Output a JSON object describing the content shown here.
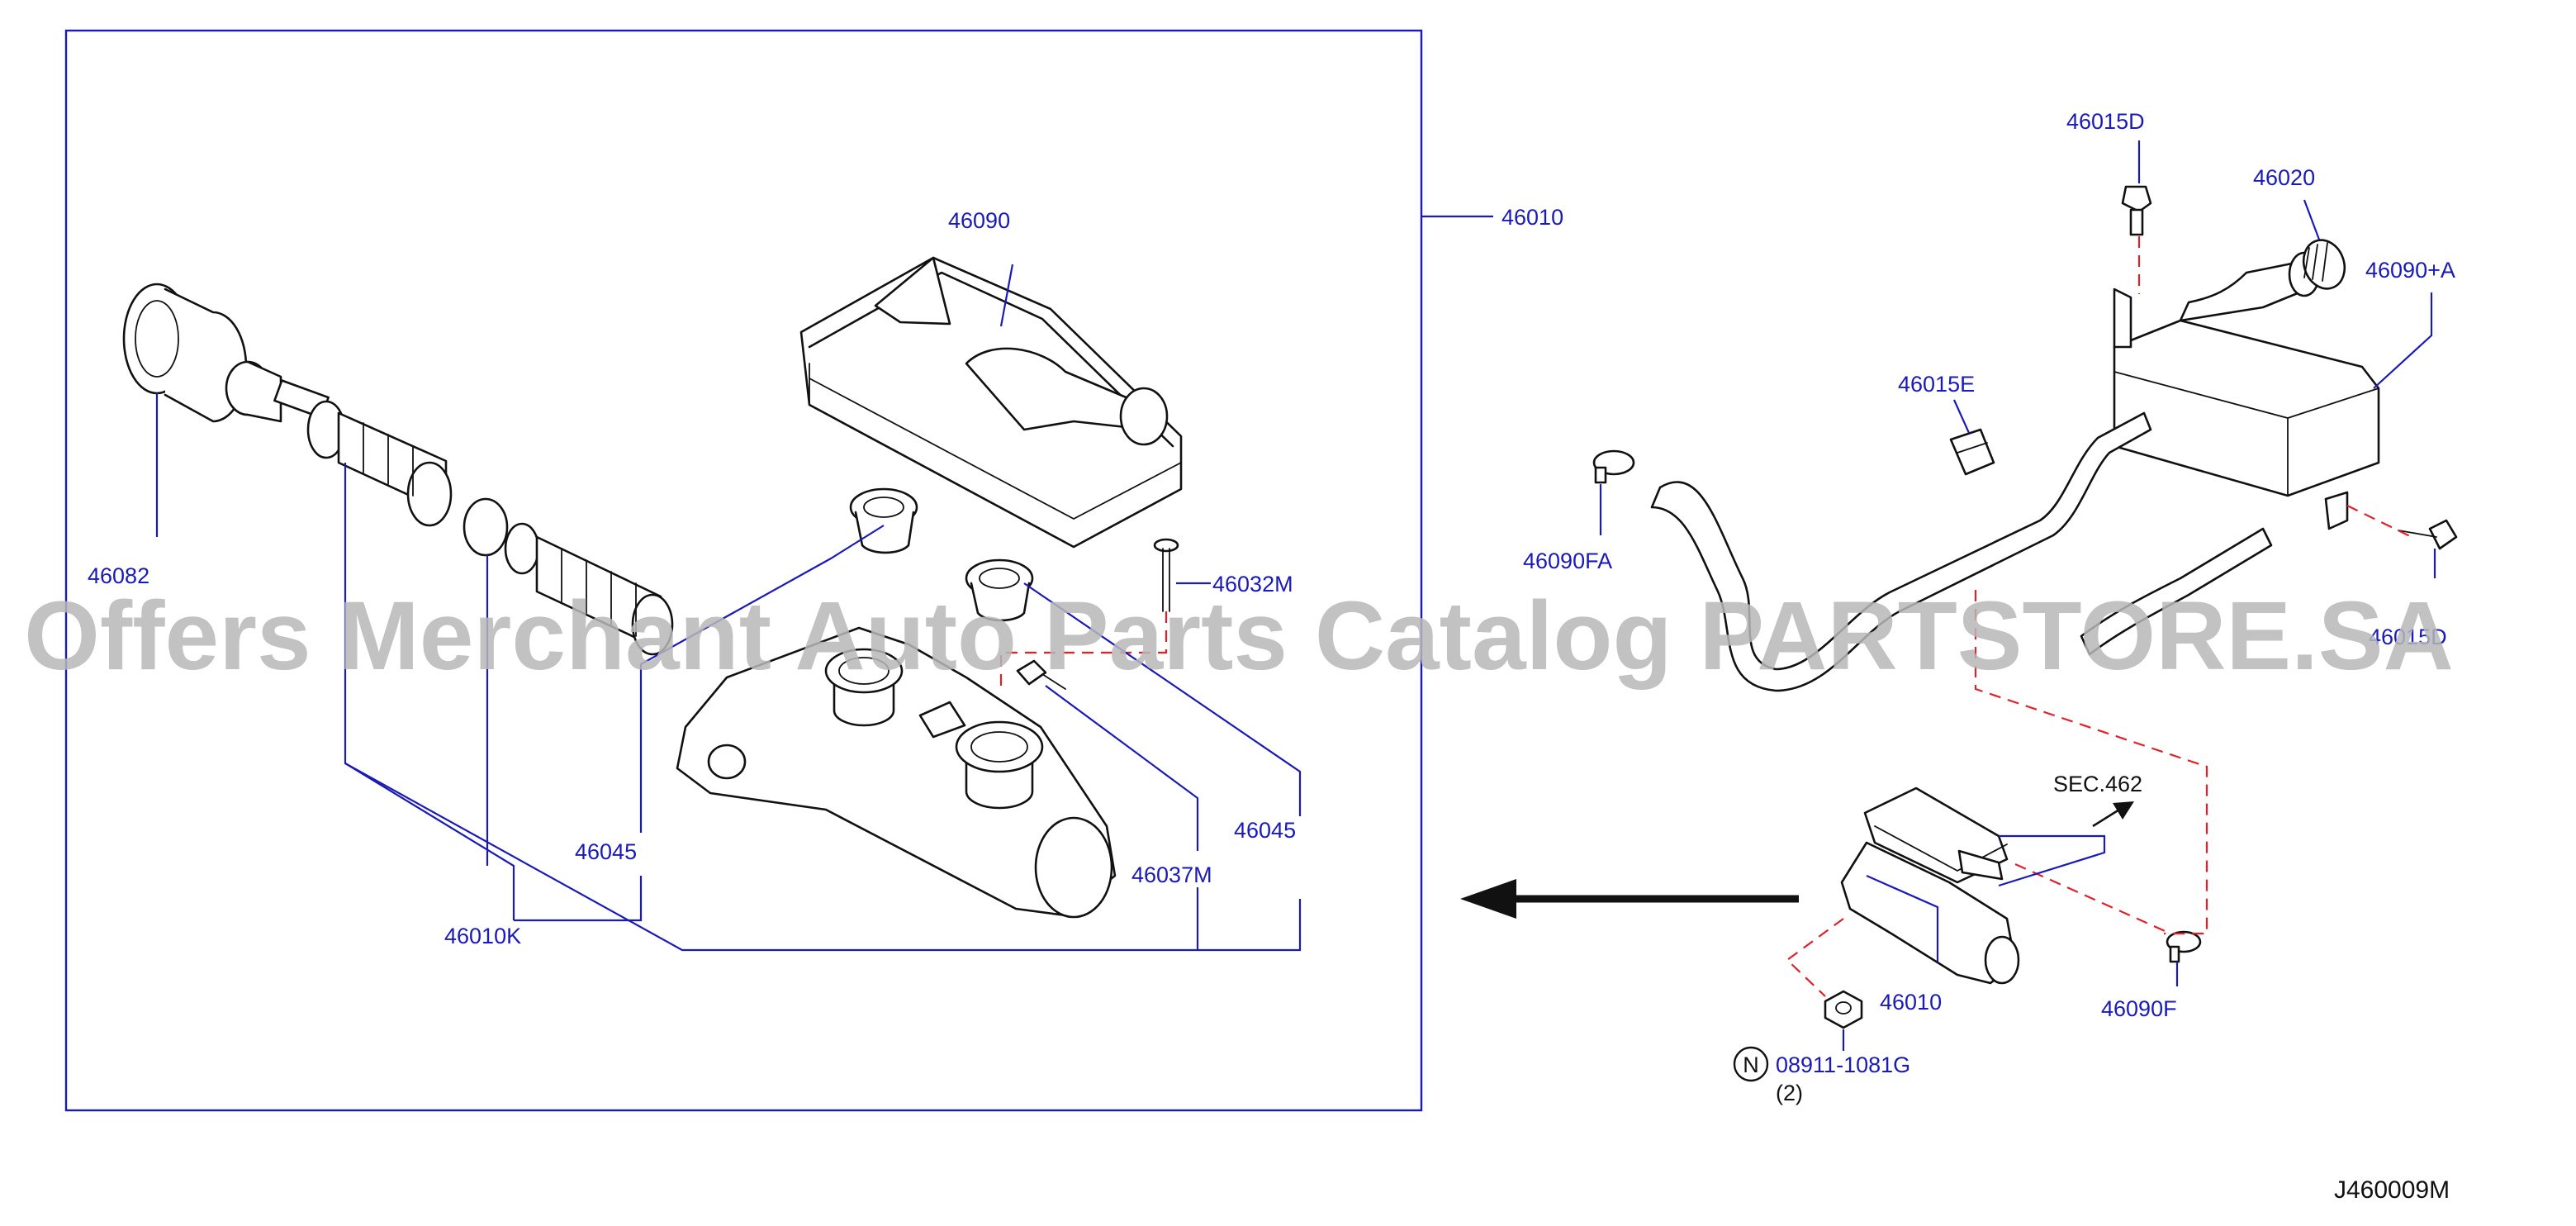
{
  "diagram_code": "J460009M",
  "watermark": "Offers Merchant Auto Parts Catalog PARTSTORE.SA",
  "colors": {
    "label": "#1a1ab8",
    "dashed_link": "#e0202a",
    "outline": "#111111",
    "watermark": "#b8b8b8"
  },
  "labels": {
    "p46010_box": "46010",
    "p46090": "46090",
    "p46082": "46082",
    "p46032M": "46032M",
    "p46045_left": "46045",
    "p46045_right": "46045",
    "p46037M": "46037M",
    "p46010K": "46010K",
    "p46015D": "46015D",
    "p46020": "46020",
    "p46090A": "46090+A",
    "p46015E": "46015E",
    "p46090FA": "46090FA",
    "p46015D_b": "46015D",
    "sec462": "SEC.462",
    "p46010_b": "46010",
    "p46090F": "46090F",
    "p08911": "08911-1081G",
    "qty2": "(2)",
    "n_mark": "N"
  }
}
